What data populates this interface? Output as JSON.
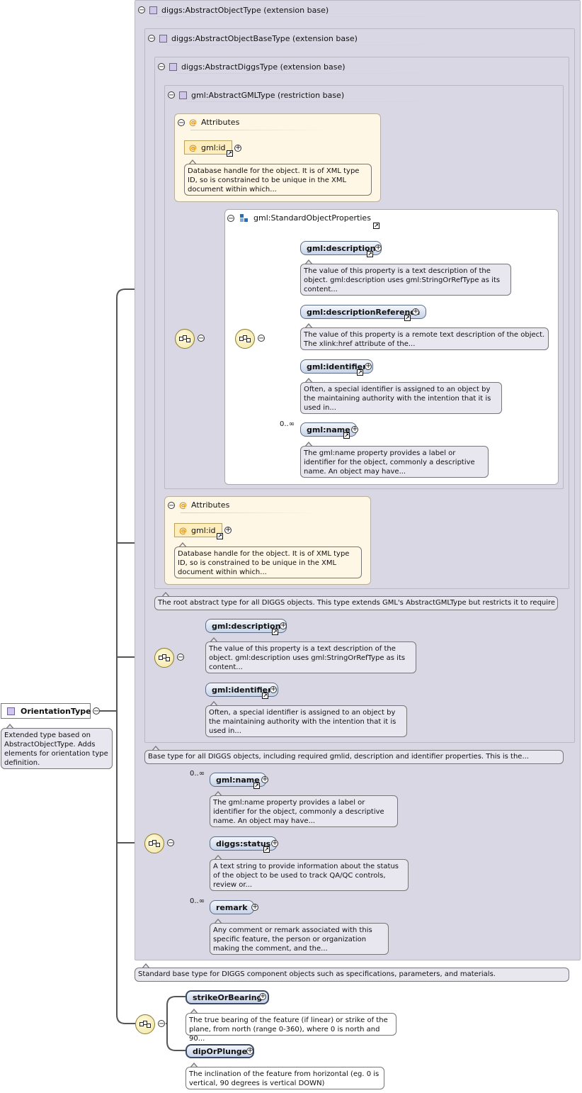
{
  "root": {
    "label": "OrientationType",
    "desc": "Extended type based on AbstractObjectType. Adds elements for orientation type definition."
  },
  "types": {
    "t1": "diggs:AbstractObjectType (extension base)",
    "t2": "diggs:AbstractObjectBaseType (extension base)",
    "t3": "diggs:AbstractDiggsType (extension base)",
    "t4": "gml:AbstractGMLType (restriction base)"
  },
  "attrs": {
    "header": "Attributes",
    "gml_id": "gml:id",
    "gml_id_desc": "Database handle for the object. It is of XML type ID, so is constrained to be unique in the XML document within which..."
  },
  "group": {
    "label": "gml:StandardObjectProperties"
  },
  "gml": {
    "description": "gml:description",
    "description_desc": "The value of this property is a text description of the object. gml:description uses gml:StringOrRefType as its content...",
    "descriptionReference": "gml:descriptionReference",
    "descriptionReference_desc": "The value of this property is a remote text description of the object. The xlink:href attribute of the...",
    "identifier": "gml:identifier",
    "identifier_desc": "Often, a special identifier is assigned to an object by the maintaining authority with the intention that it is used in...",
    "name": "gml:name",
    "name_desc": "The gml:name property provides a label or identifier for the object, commonly a descriptive name. An object may have...",
    "multiplicity": "0..∞"
  },
  "type_descs": {
    "diggs_type": "The root abstract type for all DIGGS objects. This type extends GML's AbstractGMLType but restricts it to require a...",
    "base_type": "Base type for all DIGGS objects, including required gmlid, description and identifier properties. This is the...",
    "object_type": "Standard base type for DIGGS component objects such as specifications, parameters, and materials."
  },
  "object_elems": {
    "status": "diggs:status",
    "status_desc": "A text string to provide information about the status of the object to be used to track QA/QC controls, review or...",
    "remark": "remark",
    "remark_desc": "Any comment or remark associated with this specific feature, the person or organization making the comment, and the..."
  },
  "orientation": {
    "strike": "strikeOrBearing",
    "strike_desc": "The true bearing of the feature (if linear) or strike of the plane, from north (range 0-360), where 0 is north and 90...",
    "dip": "dipOrPlunge",
    "dip_desc": "The inclination of the feature from horizontal (eg. 0 is vertical, 90 degrees is vertical DOWN)"
  },
  "icons": {
    "collapse": "⊖",
    "expand": "+",
    "link": "↗",
    "attribute": "@"
  }
}
